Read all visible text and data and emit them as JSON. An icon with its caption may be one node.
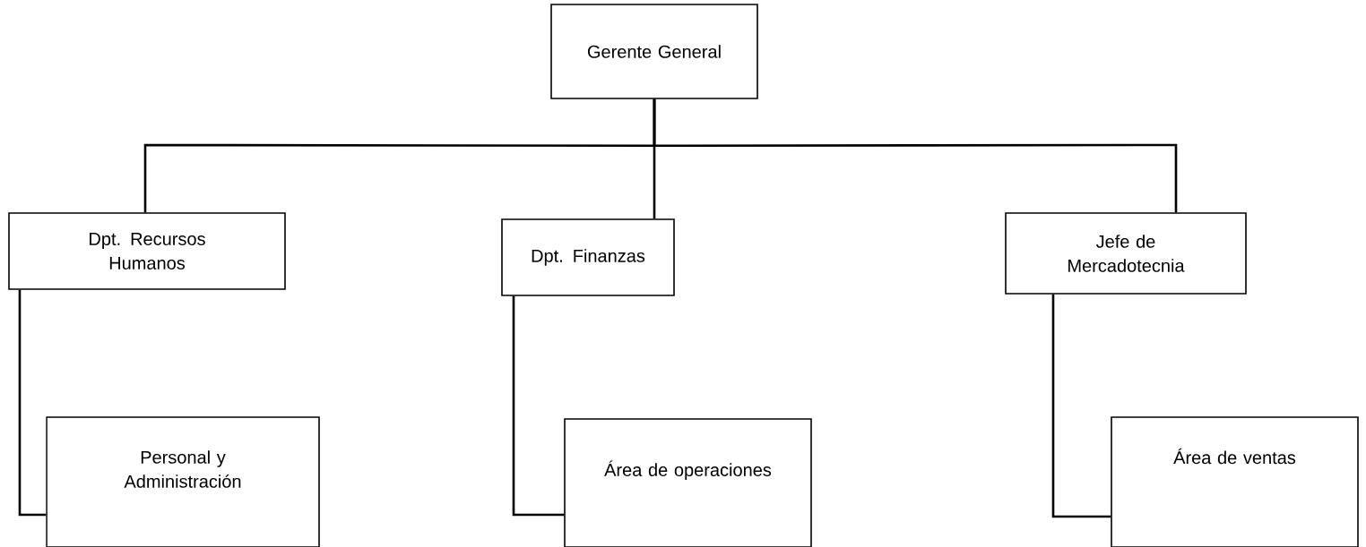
{
  "diagram": {
    "nodes": [
      {
        "text": [
          "Gerente General"
        ]
      },
      {
        "text": [
          "Dpt. Recursos Humanos"
        ]
      },
      {
        "text": [
          "Dpt. Finanzas"
        ]
      },
      {
        "text": [
          "Jefe de Mercadotecnia"
        ]
      },
      {
        "text": [
          "Personal y Administración"
        ]
      },
      {
        "text": [
          "Área de operaciones"
        ]
      },
      {
        "text": [
          "Área de ventas"
        ]
      }
    ],
    "edges": [
      {
        "from": 0,
        "to": 1,
        "arrow": "none"
      },
      {
        "from": 0,
        "to": 2,
        "arrow": "none"
      },
      {
        "from": 0,
        "to": 3,
        "arrow": "none"
      },
      {
        "from": 1,
        "to": 4,
        "arrow": "none"
      },
      {
        "from": 2,
        "to": 5,
        "arrow": "none"
      },
      {
        "from": 3,
        "to": 6,
        "arrow": "none"
      }
    ]
  }
}
